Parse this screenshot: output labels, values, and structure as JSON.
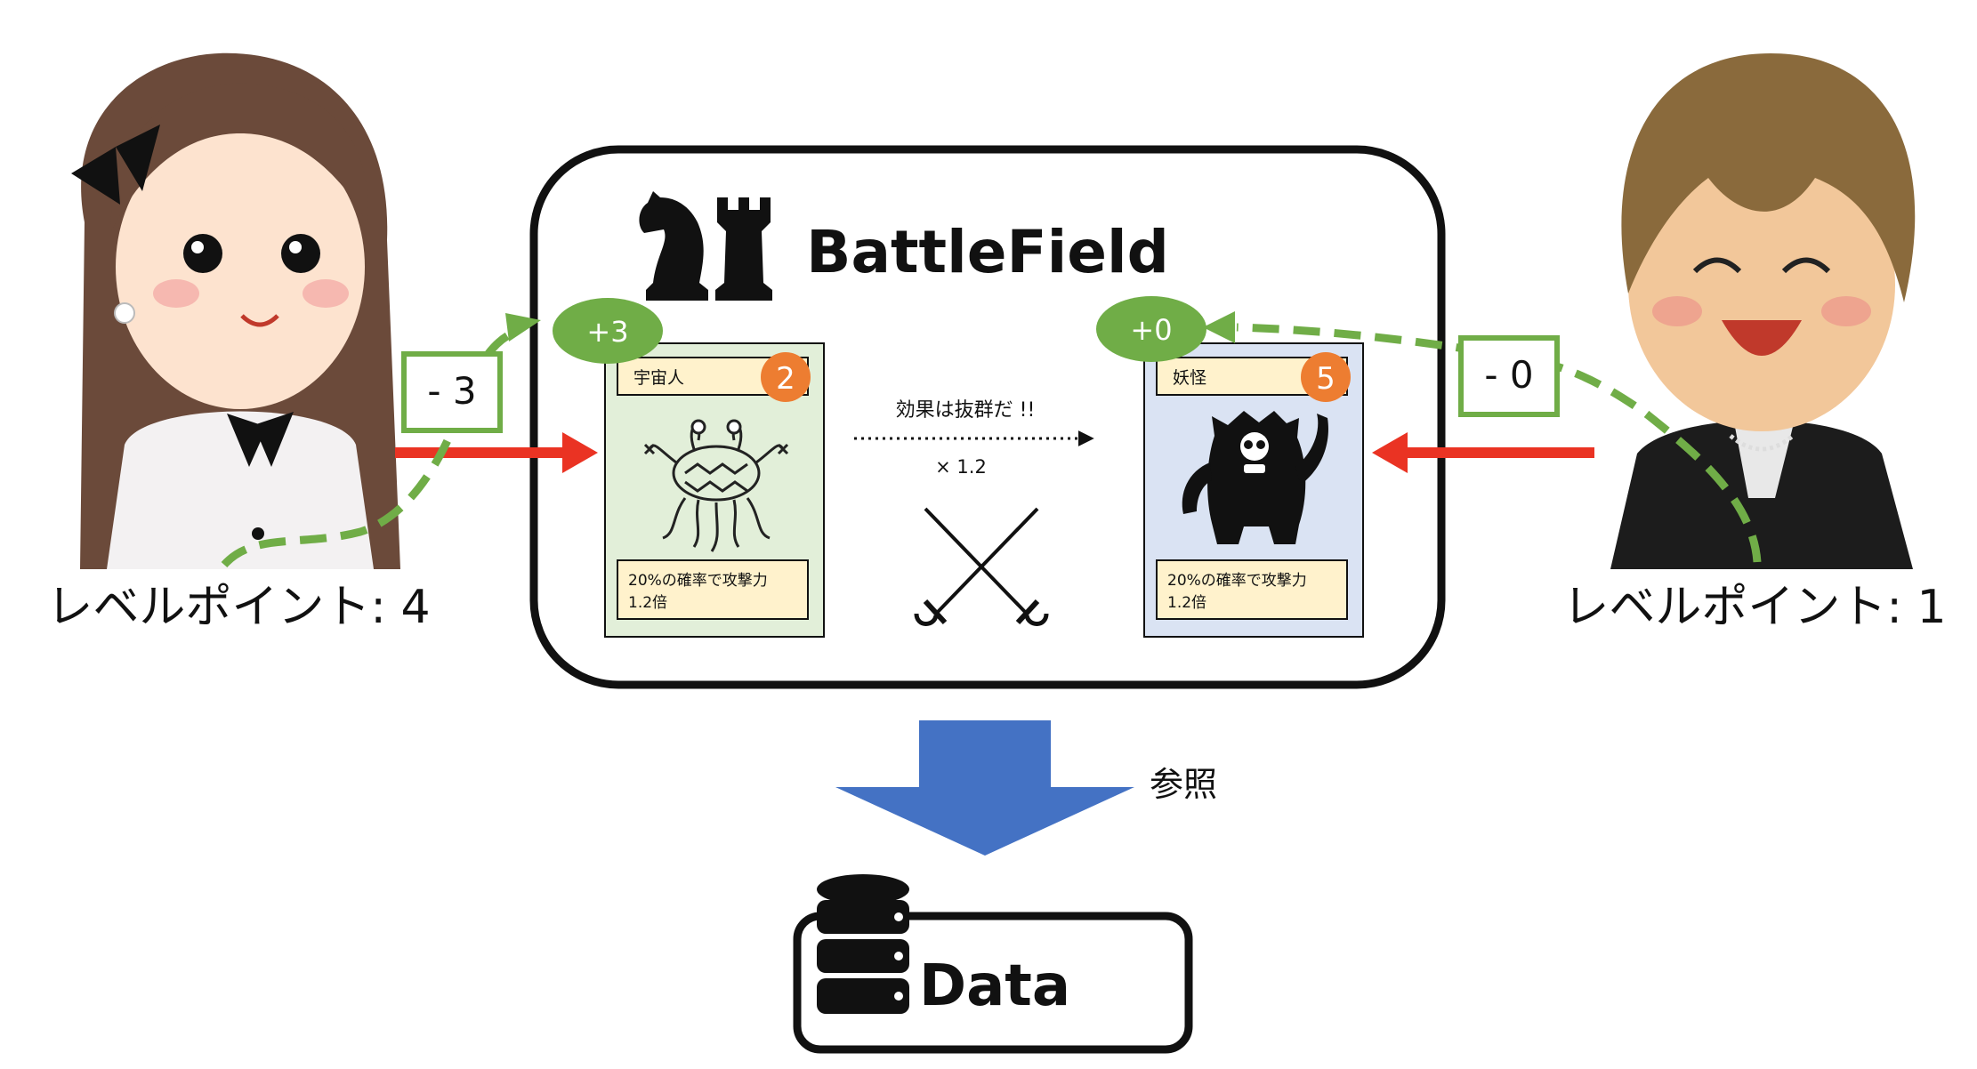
{
  "battlefield": {
    "title": "BattleField"
  },
  "players": {
    "left": {
      "level_label": "レベルポイント: 4",
      "cost_label": "- 3",
      "bonus_label": "+3"
    },
    "right": {
      "level_label": "レベルポイント: 1",
      "cost_label": "- 0",
      "bonus_label": "+0"
    }
  },
  "cards": {
    "left": {
      "name": "宇宙人",
      "level": "2",
      "effect_line1": "20%の確率で攻撃力",
      "effect_line2": "1.2倍",
      "bg": "#e2efd9"
    },
    "right": {
      "name": "妖怪",
      "level": "5",
      "effect_line1": "20%の確率で攻撃力",
      "effect_line2": "1.2倍",
      "bg": "#dae3f3"
    }
  },
  "effect": {
    "message": "効果は抜群だ !!",
    "multiplier": "× 1.2"
  },
  "reference": {
    "label": "参照"
  },
  "database": {
    "label": "Data"
  },
  "icons": [
    "chess-knight-icon",
    "chess-rook-icon",
    "alien-icon",
    "monster-icon",
    "crossed-swords-icon",
    "database-icon",
    "girl-avatar-icon",
    "boy-avatar-icon"
  ],
  "colors": {
    "green": "#70ad47",
    "red": "#ea3323",
    "blue": "#4472c4",
    "orange": "#ed7d31",
    "name_box": "#fff2cc"
  }
}
